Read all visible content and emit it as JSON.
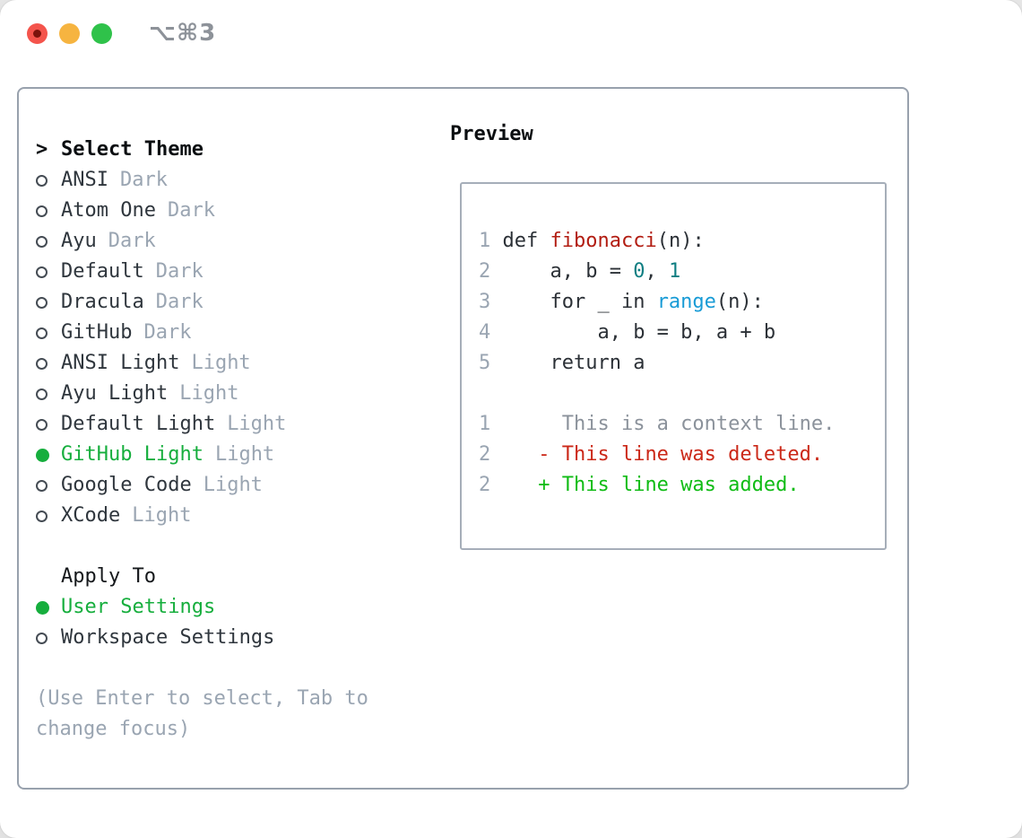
{
  "window": {
    "shortcut": "⌥⌘3",
    "traffic_lights": {
      "close": "#f4544c",
      "minimize": "#f6b440",
      "zoom": "#2fc24a"
    }
  },
  "colors": {
    "accent_green": "#16ae3d",
    "plain": "#2b3036",
    "func": "#b21d12",
    "number": "#0e7e82",
    "builtin": "#189bd6",
    "context": "#8b929b",
    "deleted": "#cb2818",
    "added": "#10bc15",
    "line_number": "#9aa5b2",
    "tag_gray": "#9aa5b2"
  },
  "theme_picker": {
    "prompt": ">",
    "title": "Select Theme",
    "items": [
      {
        "name": "ANSI",
        "tag": "Dark",
        "selected": false
      },
      {
        "name": "Atom One",
        "tag": "Dark",
        "selected": false
      },
      {
        "name": "Ayu",
        "tag": "Dark",
        "selected": false
      },
      {
        "name": "Default",
        "tag": "Dark",
        "selected": false
      },
      {
        "name": "Dracula",
        "tag": "Dark",
        "selected": false
      },
      {
        "name": "GitHub",
        "tag": "Dark",
        "selected": false
      },
      {
        "name": "ANSI Light",
        "tag": "Light",
        "selected": false
      },
      {
        "name": "Ayu Light",
        "tag": "Light",
        "selected": false
      },
      {
        "name": "Default Light",
        "tag": "Light",
        "selected": false
      },
      {
        "name": "GitHub Light",
        "tag": "Light",
        "selected": true
      },
      {
        "name": "Google Code",
        "tag": "Light",
        "selected": false
      },
      {
        "name": "XCode",
        "tag": "Light",
        "selected": false
      }
    ],
    "apply_to": {
      "title": "Apply To",
      "options": [
        {
          "name": "User Settings",
          "selected": true
        },
        {
          "name": "Workspace Settings",
          "selected": false
        }
      ]
    },
    "hint_line1": "(Use Enter to select, Tab to",
    "hint_line2": "change focus)"
  },
  "preview": {
    "title": "Preview",
    "lines": [
      {
        "num": "1",
        "tokens": [
          {
            "t": "def ",
            "c": "plain"
          },
          {
            "t": "fibonacci",
            "c": "func"
          },
          {
            "t": "(n):",
            "c": "plain"
          }
        ]
      },
      {
        "num": "2",
        "tokens": [
          {
            "t": "    a, b = ",
            "c": "plain"
          },
          {
            "t": "0",
            "c": "number"
          },
          {
            "t": ", ",
            "c": "plain"
          },
          {
            "t": "1",
            "c": "number"
          }
        ]
      },
      {
        "num": "3",
        "tokens": [
          {
            "t": "    for _ in ",
            "c": "plain"
          },
          {
            "t": "range",
            "c": "builtin"
          },
          {
            "t": "(n):",
            "c": "plain"
          }
        ]
      },
      {
        "num": "4",
        "tokens": [
          {
            "t": "        a, b = b, a + b",
            "c": "plain"
          }
        ]
      },
      {
        "num": "5",
        "tokens": [
          {
            "t": "    return a",
            "c": "plain"
          }
        ]
      },
      {
        "num": "",
        "tokens": []
      },
      {
        "num": "1",
        "tokens": [
          {
            "t": "     This is a context line.",
            "c": "context"
          }
        ]
      },
      {
        "num": "2",
        "tokens": [
          {
            "t": "   - This line was deleted.",
            "c": "deleted"
          }
        ]
      },
      {
        "num": "2",
        "tokens": [
          {
            "t": "   + This line was added.",
            "c": "added"
          }
        ]
      }
    ]
  }
}
